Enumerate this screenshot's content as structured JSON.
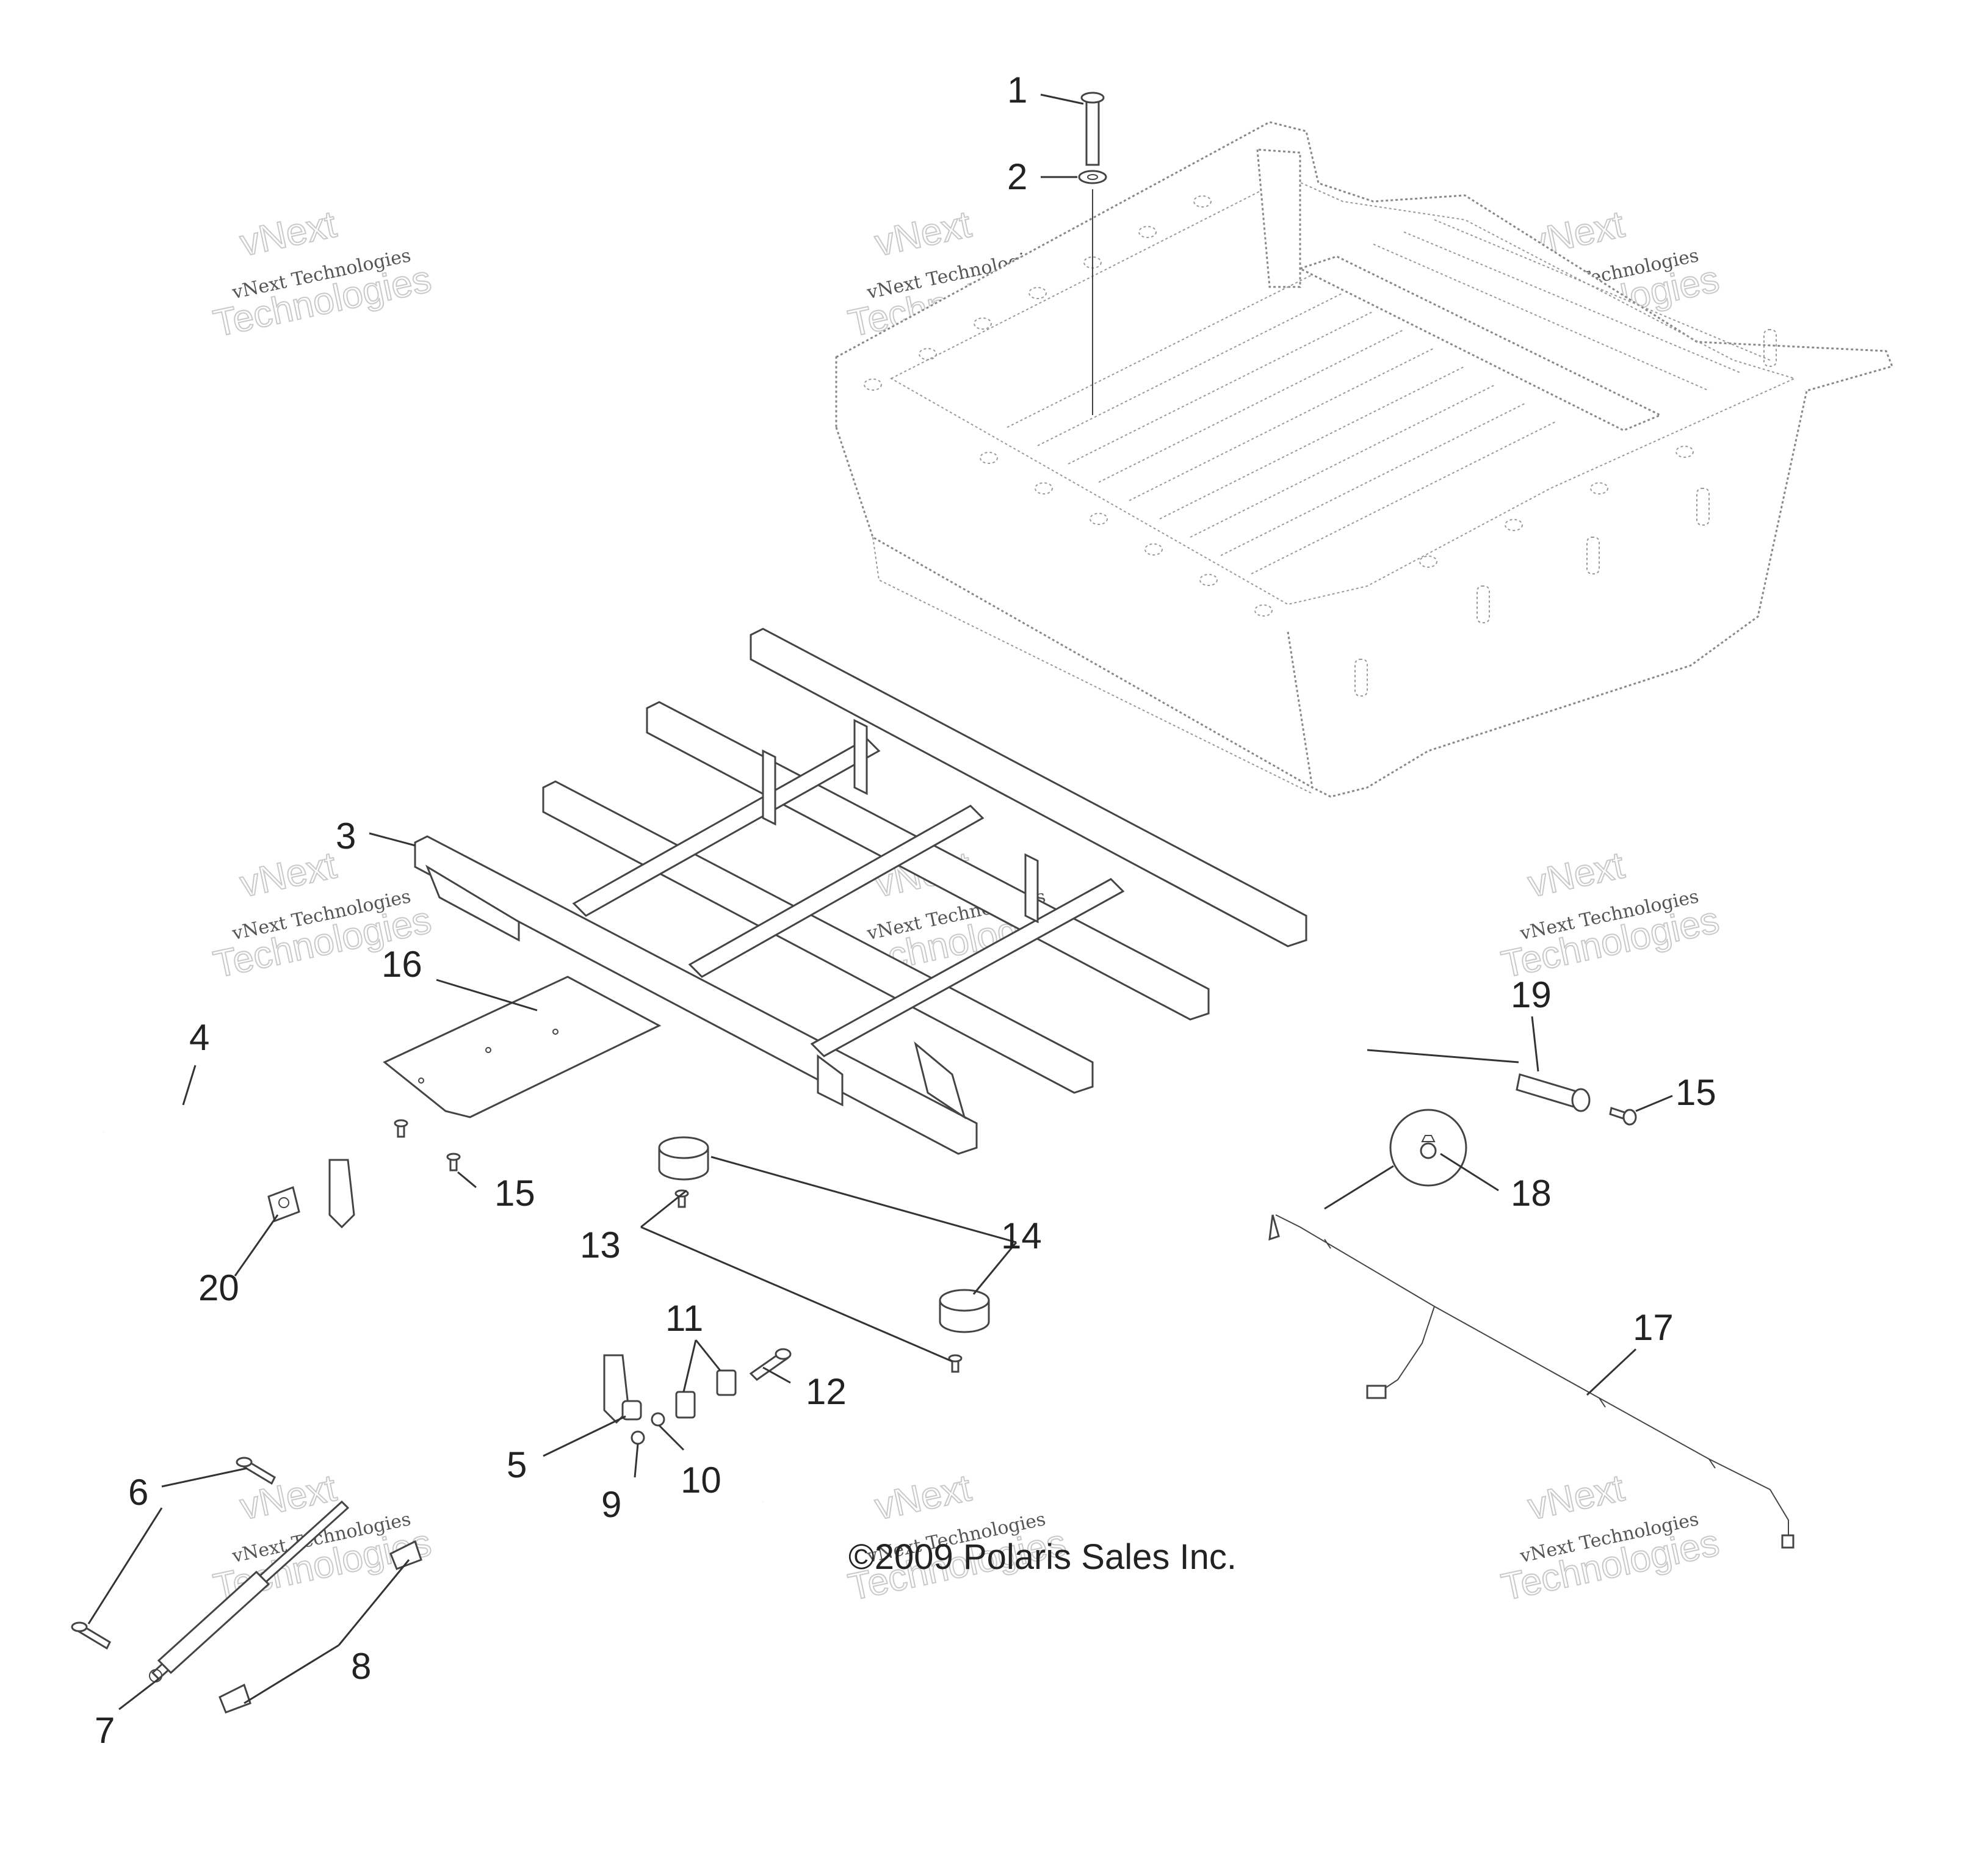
{
  "callouts": {
    "c1": "1",
    "c2": "2",
    "c3": "3",
    "c4": "4",
    "c5": "5",
    "c6": "6",
    "c7": "7",
    "c8": "8",
    "c9": "9",
    "c10": "10",
    "c11": "11",
    "c12": "12",
    "c13": "13",
    "c14": "14",
    "c15a": "15",
    "c15b": "15",
    "c16": "16",
    "c17": "17",
    "c18": "18",
    "c19": "19",
    "c20": "20"
  },
  "copyright": "©2009 Polaris Sales Inc.",
  "watermark": {
    "small": "vNext Technologies",
    "big_top": "vNext",
    "big_bottom": "Technologies"
  },
  "colors": {
    "line": "#444444",
    "background": "#ffffff",
    "watermark": "#c9c9c9"
  }
}
